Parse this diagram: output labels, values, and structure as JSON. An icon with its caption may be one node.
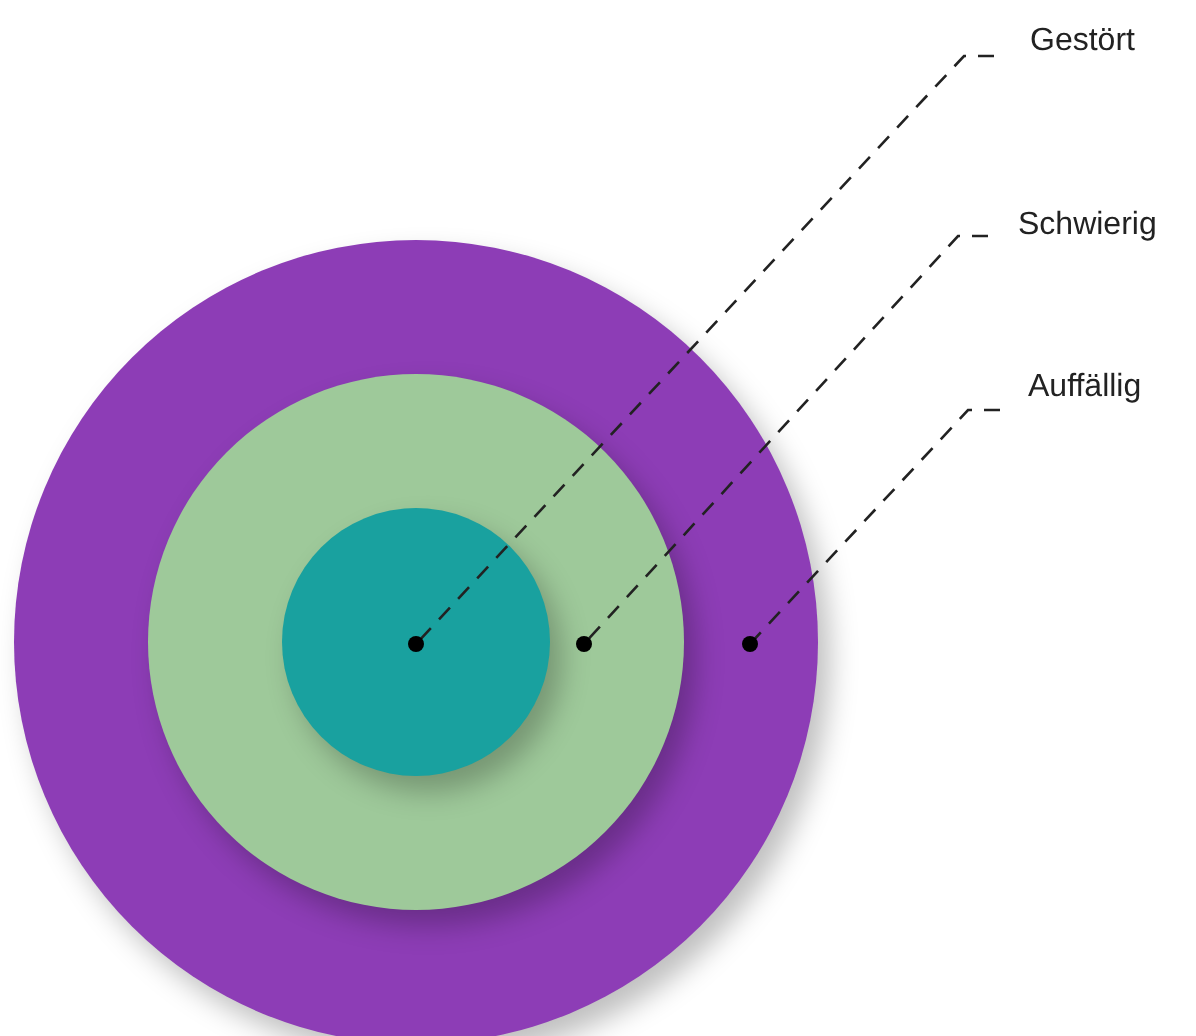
{
  "diagram": {
    "nodes": [
      {
        "text": [],
        "shape": "circle"
      },
      {
        "text": [],
        "shape": "circle",
        "in": 0
      },
      {
        "text": [],
        "shape": "circle",
        "in": 1
      },
      {
        "text": [
          "Gestört"
        ]
      },
      {
        "text": [
          "Schwierig"
        ]
      },
      {
        "text": [
          "Auffällig"
        ]
      }
    ],
    "edges": [
      {
        "from": 3,
        "to": 2,
        "arrow": "other",
        "style": "dashed"
      },
      {
        "from": 4,
        "to": 1,
        "arrow": "other",
        "style": "dashed"
      },
      {
        "from": 5,
        "to": 0,
        "arrow": "other",
        "style": "dashed"
      }
    ]
  }
}
